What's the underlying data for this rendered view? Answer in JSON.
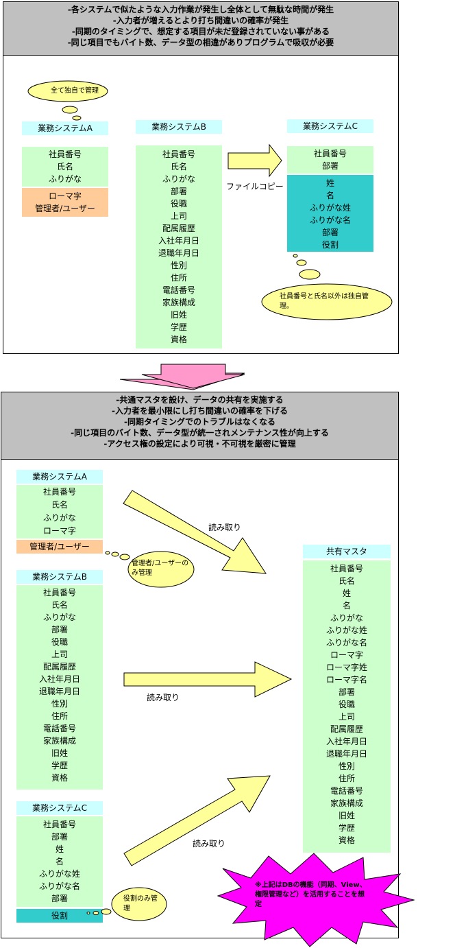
{
  "top": {
    "header_lines": [
      "-各システムで似たような入力作業が発生し全体として無駄な時間が発生",
      "-入力者が増えるとより打ち間違いの確率が発生",
      "-同期のタイミングで、想定する項目が未だ登録されていない事がある",
      "-同じ項目でもバイト数、データ型の相違がありプログラムで吸収が必要"
    ],
    "callout_a": "全て独自で管理",
    "callout_c": "社員番号と氏名以外は独自管理。",
    "file_copy_label": "ファイルコピー",
    "system_a": {
      "title": "業務システムA",
      "items": [
        "社員番号",
        "氏名",
        "ふりがな"
      ],
      "extra": [
        "ローマ字",
        "管理者/ユーザー"
      ]
    },
    "system_b": {
      "title": "業務システムB",
      "items": [
        "社員番号",
        "氏名",
        "ふりがな",
        "部署",
        "役職",
        "上司",
        "配属履歴",
        "入社年月日",
        "退職年月日",
        "性別",
        "住所",
        "電話番号",
        "家族構成",
        "旧姓",
        "学歴",
        "資格"
      ]
    },
    "system_c": {
      "title": "業務システムC",
      "items": [
        "社員番号",
        "部署"
      ],
      "extra": [
        "姓",
        "名",
        "ふりがな姓",
        "ふりがな名",
        "部署",
        "役割"
      ]
    }
  },
  "bottom": {
    "header_lines": [
      "-共通マスタを設け、データの共有を実施する",
      "-入力者を最小限にし打ち間違いの確率を下げる",
      "-同期タイミングでのトラブルはなくなる",
      "-同じ項目のバイト数、データ型が統一されメンテナンス性が向上する",
      "-アクセス権の設定により可視・不可視を厳密に管理"
    ],
    "read_label": "読み取り",
    "callout_a": "管理者/ユーザーのみ管理",
    "callout_c": "役割のみ管理",
    "star_note": "※上記はDBの機能（同期、View、権限管理など）を活用することを想定",
    "system_a": {
      "title": "業務システムA",
      "items": [
        "社員番号",
        "氏名",
        "ふりがな",
        "ローマ字"
      ],
      "extra": [
        "管理者/ユーザー"
      ]
    },
    "system_b": {
      "title": "業務システムB",
      "items": [
        "社員番号",
        "氏名",
        "ふりがな",
        "部署",
        "役職",
        "上司",
        "配属履歴",
        "入社年月日",
        "退職年月日",
        "性別",
        "住所",
        "電話番号",
        "家族構成",
        "旧姓",
        "学歴",
        "資格"
      ]
    },
    "system_c": {
      "title": "業務システムC",
      "items": [
        "社員番号",
        "部署",
        "姓",
        "名",
        "ふりがな姓",
        "ふりがな名",
        "部署"
      ],
      "extra": [
        "役割"
      ]
    },
    "master": {
      "title": "共有マスタ",
      "items": [
        "社員番号",
        "氏名",
        "姓",
        "名",
        "ふりがな",
        "ふりがな姓",
        "ふりがな名",
        "ローマ字",
        "ローマ字姓",
        "ローマ字名",
        "部署",
        "役職",
        "上司",
        "配属履歴",
        "入社年月日",
        "退職年月日",
        "性別",
        "住所",
        "電話番号",
        "家族構成",
        "旧姓",
        "学歴",
        "資格"
      ]
    }
  }
}
